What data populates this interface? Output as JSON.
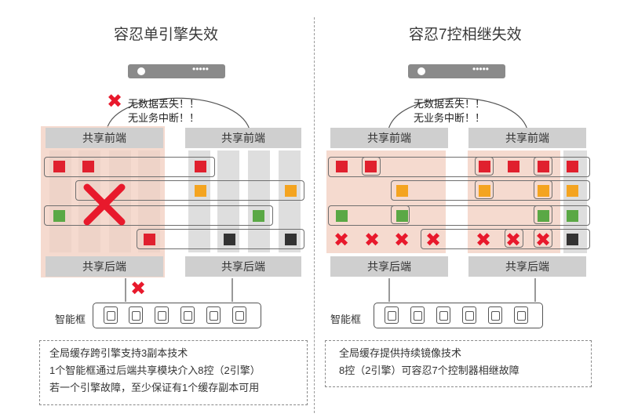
{
  "left": {
    "title": "容忍单引擎失效",
    "message_line1": "无数据丢失！！",
    "message_line2": "无业务中断！！",
    "front_label_1": "共享前端",
    "front_label_2": "共享前端",
    "back_label_1": "共享后端",
    "back_label_2": "共享后端",
    "frame_label": "智能框",
    "note_line1": "全局缓存跨引擎支持3副本技术",
    "note_line2": "1个智能框通过后端共享模块介入8控（2引擎）",
    "note_line3": "若一个引擎故障，至少保证有1个缓存副本可用"
  },
  "right": {
    "title": "容忍7控相继失效",
    "message_line1": "无数据丢失！！",
    "message_line2": "无业务中断！！",
    "front_label_1": "共享前端",
    "front_label_2": "共享前端",
    "back_label_1": "共享后端",
    "back_label_2": "共享后端",
    "frame_label": "智能框",
    "note_line1": "全局缓存提供持续镜像技术",
    "note_line2": "8控（2引擎）可容忍7个控制器相继故障"
  },
  "server_dots": "•••••",
  "colors": {
    "red": "#e0202e",
    "orange": "#f4a420",
    "green": "#5aa845",
    "black": "#333333",
    "failure_x": "#e8192c"
  },
  "icons": [
    "server-icon",
    "disk-icon",
    "failure-x-icon"
  ]
}
